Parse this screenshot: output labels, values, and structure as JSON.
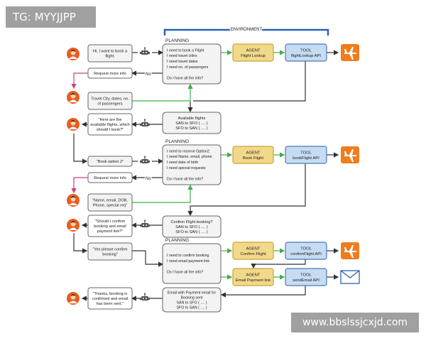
{
  "watermarks": {
    "top_left": "TG: MYYJJPP",
    "bottom_right": "www.bbslssjcxjd.com"
  },
  "environment_label": "ENVIRONMENT",
  "planning_labels": [
    "PLANNING",
    "PLANNING",
    "PLANNING"
  ],
  "no_labels": [
    "No",
    "No"
  ],
  "user_messages": [
    [
      "Hi, I want to book a",
      "flight."
    ],
    [
      "Travel City, dates, no.",
      "of passengers"
    ],
    [
      "\"Book option 2\""
    ],
    [
      "\"Name, email, DOB,",
      "Phone, special req\""
    ],
    [
      "\"Yes please confirm",
      "booking\""
    ]
  ],
  "assistant_messages": [
    [
      "Request more info"
    ],
    [
      "\"Here are the",
      "available flights..which",
      "should I book?\""
    ],
    [
      "Request more info"
    ],
    [
      "\"Should I confirm",
      "booking and email",
      "payment link?\""
    ],
    [
      "\"Thanks, booking is",
      "confirmed and email",
      "has been sent.\""
    ]
  ],
  "planning_boxes": [
    [
      "I need to book a Flight",
      "I need travel cities",
      "I need travel dates",
      "I need no. of passengers",
      "",
      "Do I have all the info?"
    ],
    [
      "I need to reserve Option2",
      "I need Name, email, phone",
      "I need date of birth",
      "I need special requests",
      "",
      "Do I have all the info?"
    ],
    [
      "I need to confirm booking",
      "I need email payment link",
      "",
      "Do I have all the info?"
    ]
  ],
  "result_boxes": [
    [
      "Available flights",
      "SAN to SFO ( .... )",
      "SFO to SAN ( .... )"
    ],
    [
      "Confirm Flight booking?",
      "SAN to SFO ( .... )",
      "SFO to SAN ( .... )"
    ],
    [
      "Email with Payment email for",
      "Booking sent",
      "SAN to SFO ( .... )",
      "SFO to SAN ( .... )"
    ]
  ],
  "agents": [
    [
      "AGENT",
      "Flight Lookup"
    ],
    [
      "AGENT",
      "Book Flight"
    ],
    [
      "AGENT",
      "Confirm Flight"
    ],
    [
      "AGENT",
      "Email Payment link"
    ]
  ],
  "tools": [
    [
      "TOOL",
      "flightLookup API"
    ],
    [
      "TOOL",
      "bookFlight API"
    ],
    [
      "TOOL",
      "confirmFlight API"
    ],
    [
      "TOOL",
      "sendEmail API"
    ]
  ],
  "colors": {
    "agent_fill": "#f2d98a",
    "agent_border": "#c9a43a",
    "tool_fill": "#c6dcf3",
    "tool_border": "#4a78b5",
    "box_fill": "#f3f3f3",
    "box_border": "#666666",
    "green_arrow": "#3fae49",
    "magenta_arrow": "#c8417f",
    "env_bracket": "#2a64b0",
    "plane_tile": "#f07c1e",
    "avatar": "#e85d1f"
  }
}
